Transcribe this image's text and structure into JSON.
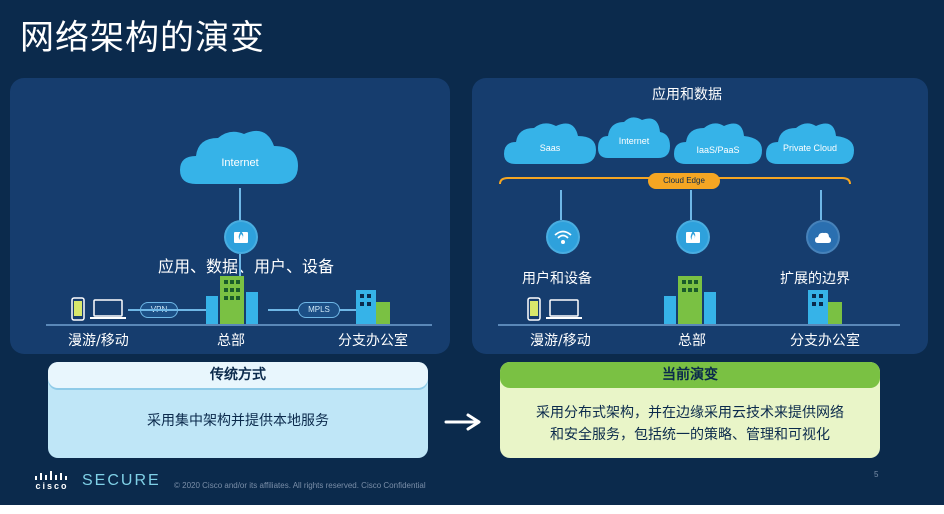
{
  "title": "网络架构的演变",
  "left": {
    "cloud": "Internet",
    "service_label": "应用、数据、用户、设备",
    "vpn": "VPN",
    "mpls": "MPLS",
    "nodes": [
      "漫游/移动",
      "总部",
      "分支办公室"
    ]
  },
  "right": {
    "heading": "应用和数据",
    "clouds": [
      "Saas",
      "Internet",
      "IaaS/PaaS",
      "Private Cloud"
    ],
    "edge": "Cloud Edge",
    "mid_labels": [
      "用户和设备",
      "扩展的边界"
    ],
    "nodes": [
      "漫游/移动",
      "总部",
      "分支办公室"
    ]
  },
  "traditional": {
    "head": "传统方式",
    "body": "采用集中架构并提供本地服务"
  },
  "current": {
    "head": "当前演变",
    "body_lines": [
      "采用分布式架构，并在边缘采用云技术来提供网络",
      "和安全服务，包括统一的策略、管理和可视化"
    ]
  },
  "footer": {
    "brand": "cisco",
    "product": "SECURE",
    "copyright": "© 2020 Cisco and/or its affiliates. All rights reserved. Cisco Confidential",
    "page": "5"
  },
  "colors": {
    "background": "#0b2a4c",
    "panel": "#163d6e",
    "traditional": "#bfe6f7",
    "current": "#e9f5c8",
    "current_head": "#7ac143",
    "edge": "#f5a623"
  }
}
